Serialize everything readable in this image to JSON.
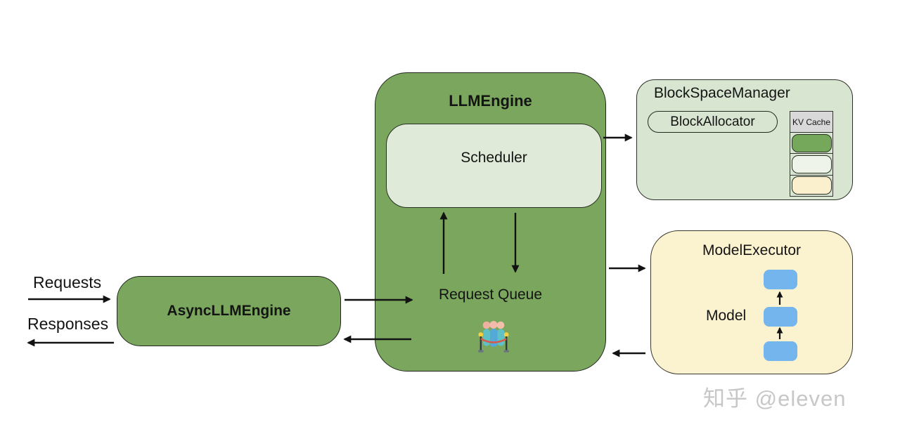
{
  "diagram": {
    "left_flow": {
      "requests_label": "Requests",
      "responses_label": "Responses"
    },
    "async_llm_engine": {
      "title": "AsyncLLMEngine",
      "fill": "#7aa75d"
    },
    "llm_engine": {
      "title": "LLMEngine",
      "fill": "#7aa75d",
      "scheduler": {
        "title": "Scheduler",
        "fill": "#dfebd8"
      },
      "request_queue_label": "Request Queue"
    },
    "block_space_manager": {
      "title": "BlockSpaceManager",
      "fill": "#d8e6d1",
      "block_allocator_label": "BlockAllocator",
      "kv_cache": {
        "header": "KV Cache",
        "header_fill": "#d9d9d9",
        "block_fills": [
          "#76a85c",
          "#eef4ea",
          "#faf0cd"
        ]
      }
    },
    "model_executor": {
      "title": "ModelExecutor",
      "fill": "#fbf2cf",
      "model_label": "Model",
      "layer_fill": "#74b5ee"
    },
    "icons": {
      "request_queue": "queue-people-icon"
    },
    "arrow_color": "#121212",
    "watermark": "知乎 @eleven"
  }
}
